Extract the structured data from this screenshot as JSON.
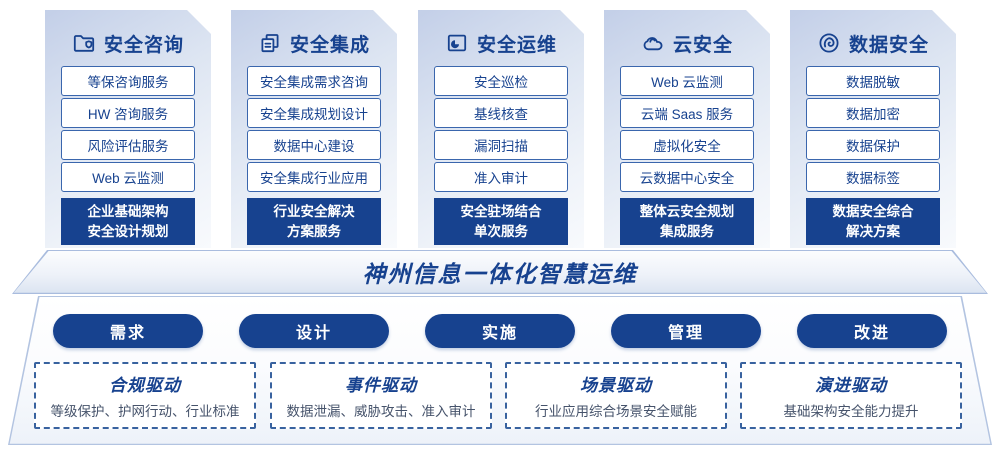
{
  "colors": {
    "navy": "#17428f",
    "box_border": "#3a66ad"
  },
  "columns": [
    {
      "title": "安全咨询",
      "icon": "folder-shield-icon",
      "items": [
        "等保咨询服务",
        "HW 咨询服务",
        "风险评估服务",
        "Web 云监测"
      ],
      "footer": "企业基础架构\n安全设计规划"
    },
    {
      "title": "安全集成",
      "icon": "documents-icon",
      "items": [
        "安全集成需求咨询",
        "安全集成规划设计",
        "数据中心建设",
        "安全集成行业应用"
      ],
      "footer": "行业安全解决\n方案服务"
    },
    {
      "title": "安全运维",
      "icon": "folder-pie-icon",
      "items": [
        "安全巡检",
        "基线核查",
        "漏洞扫描",
        "准入审计"
      ],
      "footer": "安全驻场结合\n单次服务"
    },
    {
      "title": "云安全",
      "icon": "cloud-icon",
      "items": [
        "Web 云监测",
        "云端 Saas 服务",
        "虚拟化安全",
        "云数据中心安全"
      ],
      "footer": "整体云安全规划\n集成服务"
    },
    {
      "title": "数据安全",
      "icon": "fingerprint-icon",
      "items": [
        "数据脱敏",
        "数据加密",
        "数据保护",
        "数据标签"
      ],
      "footer": "数据安全综合\n解决方案"
    }
  ],
  "banner": {
    "title": "神州信息一体化智慧运维"
  },
  "process_pills": [
    "需求",
    "设计",
    "实施",
    "管理",
    "改进"
  ],
  "drivers": [
    {
      "title": "合规驱动",
      "desc": "等级保护、护网行动、行业标准"
    },
    {
      "title": "事件驱动",
      "desc": "数据泄漏、威胁攻击、准入审计"
    },
    {
      "title": "场景驱动",
      "desc": "行业应用综合场景安全赋能"
    },
    {
      "title": "演进驱动",
      "desc": "基础架构安全能力提升"
    }
  ]
}
